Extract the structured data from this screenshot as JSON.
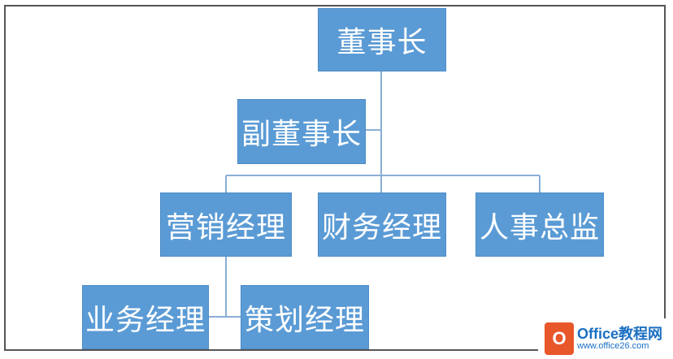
{
  "nodes": {
    "chairman": "董事长",
    "vice_chairman": "副董事长",
    "marketing_manager": "营销经理",
    "finance_manager": "财务经理",
    "hr_director": "人事总监",
    "business_manager": "业务经理",
    "planning_manager": "策划经理"
  },
  "watermark": {
    "logo_letter": "O",
    "brand": "Office教程网",
    "url": "www.office26.com"
  },
  "colors": {
    "node_fill": "#5b9bd5",
    "connector": "#8aaed6",
    "node_text": "#ffffff"
  }
}
